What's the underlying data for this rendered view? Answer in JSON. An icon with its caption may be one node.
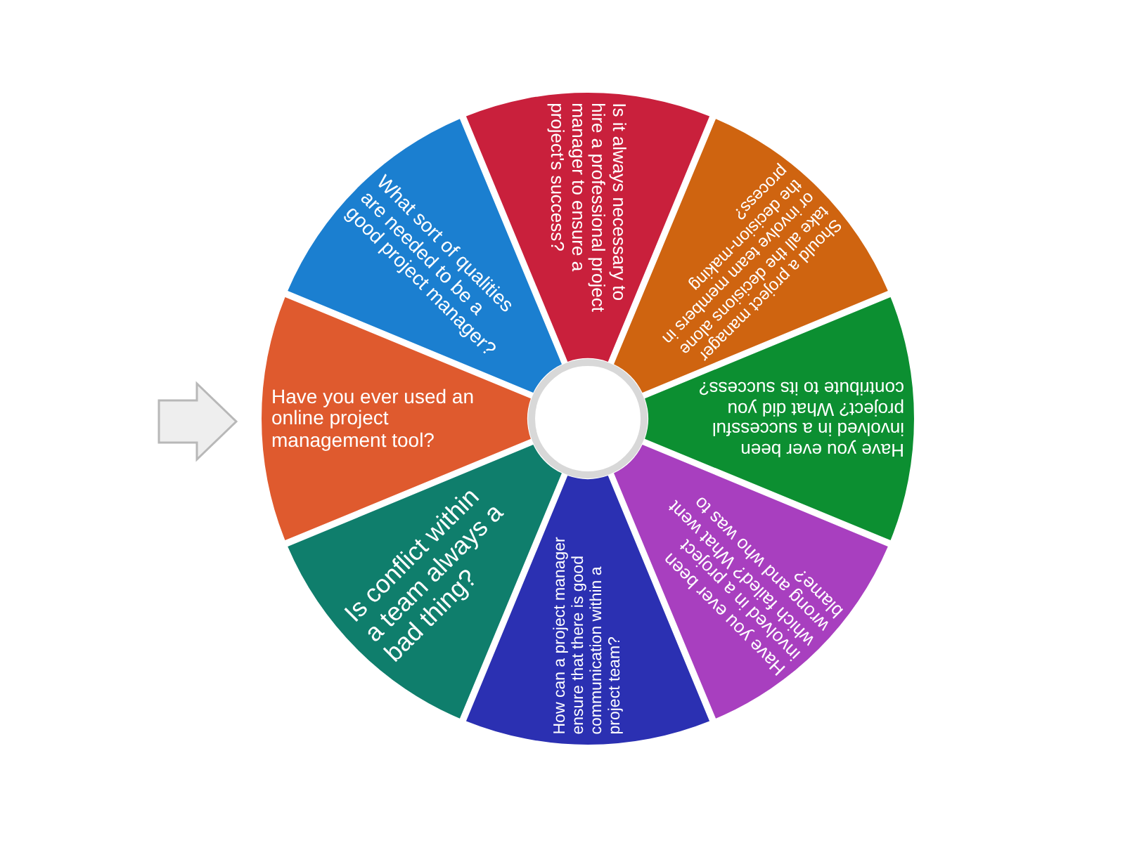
{
  "diagram": {
    "nodes": [
      {
        "text": [
          "Have you ever used an online project management tool?"
        ]
      },
      {
        "text": [
          "What sort of qualities are needed to be a good project manager?"
        ]
      },
      {
        "text": [
          "Is it always necessary to hire a professional project manager to ensure a project's success?"
        ]
      },
      {
        "text": [
          "Should a project manager take all the decisions alone or involve team members in the decision-making process?"
        ]
      },
      {
        "text": [
          "Have you ever been involved in a successful project? What did you contribute to its success?"
        ]
      },
      {
        "text": [
          "Have you ever been involved in a project which failed? What went wrong and who was to blame?"
        ]
      },
      {
        "text": [
          "How can a project manager ensure that there is good communication within a project team?"
        ]
      },
      {
        "text": [
          "Is conflict within a team always a bad thing?"
        ]
      },
      {
        "text": [],
        "shape": "circle"
      }
    ],
    "edges": []
  }
}
